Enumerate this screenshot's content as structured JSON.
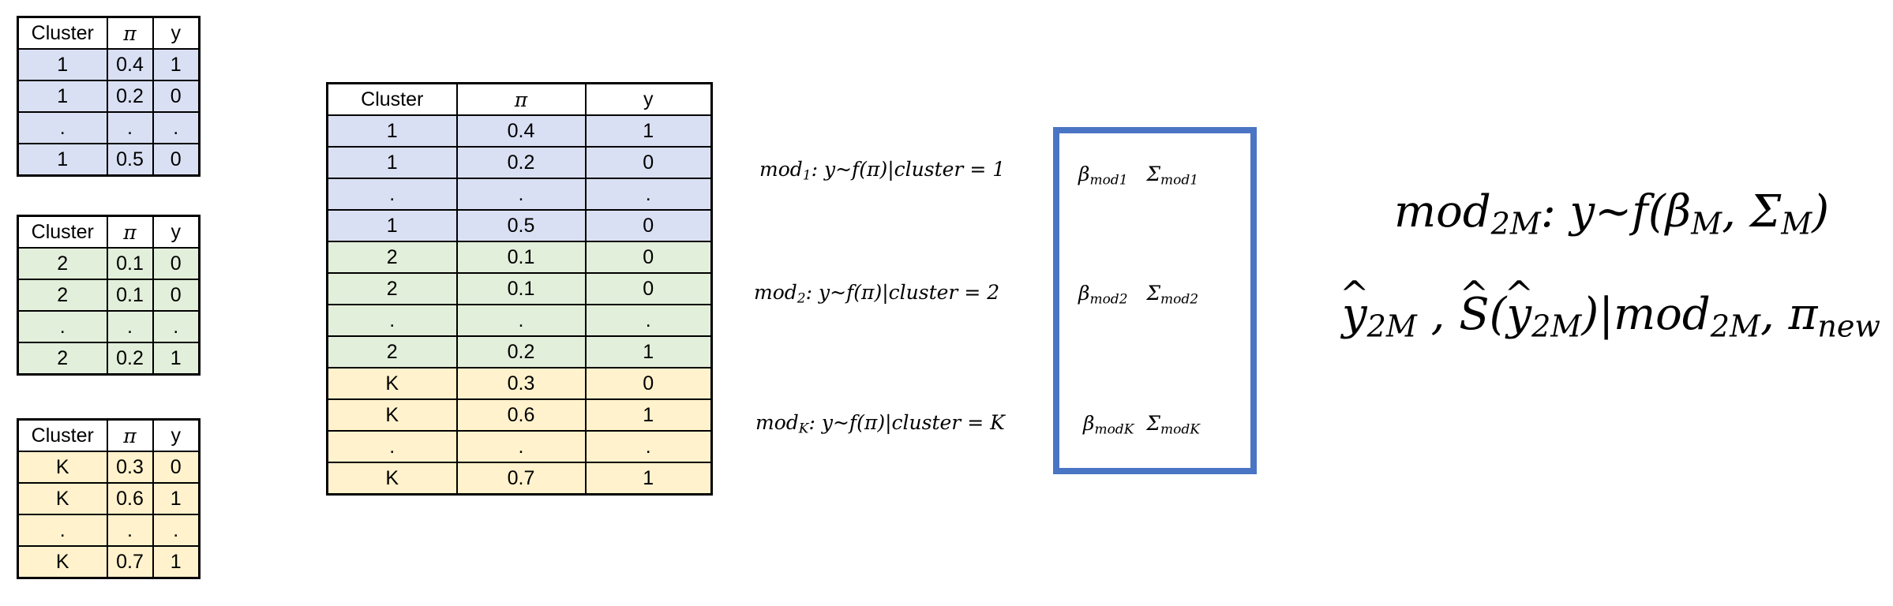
{
  "cluster_tables": [
    {
      "headers": [
        "Cluster",
        "π",
        "y"
      ],
      "rows": [
        [
          "1",
          "0.4",
          "1"
        ],
        [
          "1",
          "0.2",
          "0"
        ],
        [
          ".",
          ".",
          "."
        ],
        [
          "1",
          "0.5",
          "0"
        ]
      ]
    },
    {
      "headers": [
        "Cluster",
        "π",
        "y"
      ],
      "rows": [
        [
          "2",
          "0.1",
          "0"
        ],
        [
          "2",
          "0.1",
          "0"
        ],
        [
          ".",
          ".",
          "."
        ],
        [
          "2",
          "0.2",
          "1"
        ]
      ]
    },
    {
      "headers": [
        "Cluster",
        "π",
        "y"
      ],
      "rows": [
        [
          "K",
          "0.3",
          "0"
        ],
        [
          "K",
          "0.6",
          "1"
        ],
        [
          ".",
          ".",
          "."
        ],
        [
          "K",
          "0.7",
          "1"
        ]
      ]
    }
  ],
  "combined_table": {
    "headers": [
      "Cluster",
      "π",
      "y"
    ],
    "rows": [
      [
        "1",
        "0.4",
        "1"
      ],
      [
        "1",
        "0.2",
        "0"
      ],
      [
        ".",
        ".",
        "."
      ],
      [
        "1",
        "0.5",
        "0"
      ],
      [
        "2",
        "0.1",
        "0"
      ],
      [
        "2",
        "0.1",
        "0"
      ],
      [
        ".",
        ".",
        "."
      ],
      [
        "2",
        "0.2",
        "1"
      ],
      [
        "K",
        "0.3",
        "0"
      ],
      [
        "K",
        "0.6",
        "1"
      ],
      [
        ".",
        ".",
        "."
      ],
      [
        "K",
        "0.7",
        "1"
      ]
    ]
  },
  "models": [
    {
      "name": "mod",
      "sub": "1",
      "body": ": y~f(π)|cluster = 1",
      "beta": "β",
      "beta_sub": "mod1",
      "sigma": "Σ",
      "sigma_sub": "mod1"
    },
    {
      "name": "mod",
      "sub": "2",
      "body": ": y~f(π)|cluster = 2",
      "beta": "β",
      "beta_sub": "mod2",
      "sigma": "Σ",
      "sigma_sub": "mod2"
    },
    {
      "name": "mod",
      "sub": "K",
      "body": ": y~f(π)|cluster = K",
      "beta": "β",
      "beta_sub": "modK",
      "sigma": "Σ",
      "sigma_sub": "modK"
    }
  ],
  "final": {
    "line1": {
      "a": "mod",
      "a_sub": "2M",
      "b": ": y~f(β",
      "b_sub": "M",
      "c": ", Σ",
      "c_sub": "M",
      "d": ")"
    },
    "line2": {
      "a": "y",
      "a_sub": "2M",
      "b": " , ",
      "c": "S",
      "d": "(",
      "e": "y",
      "e_sub": "2M",
      "f": ")|mod",
      "f_sub": "2M",
      "g": ", π",
      "g_sub": "new"
    }
  },
  "colors": {
    "group1": "#dae0f3",
    "group2": "#e2efda",
    "group3": "#fff2cc",
    "box_border": "#4a74c4"
  }
}
